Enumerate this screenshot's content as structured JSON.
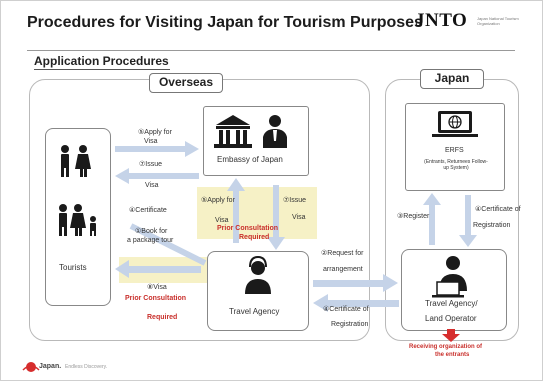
{
  "header": {
    "title": "Procedures for Visiting Japan for Tourism Purposes",
    "logo": "JNTO",
    "logo_sub": "Japan National Tourism Organization"
  },
  "subtitle": "Application Procedures",
  "regions": {
    "overseas": "Overseas",
    "japan": "Japan"
  },
  "actors": {
    "tourists": "Tourists",
    "embassy": "Embassy of Japan",
    "travel_agency": "Travel Agency",
    "erfs_title": "ERFS",
    "erfs_desc": "(Entrants, Returnees Follow-up System)",
    "land_operator_1": "Travel Agency/",
    "land_operator_2": "Land Operator"
  },
  "steps": {
    "apply_visa_1": "⑤Apply for",
    "apply_visa_2": "Visa",
    "issue_visa_1": "⑦Issue",
    "issue_visa_2": "Visa",
    "certificate": "④Certificate",
    "book_tour_1": "①Book for",
    "book_tour_2": "a package tour",
    "visa": "⑧Visa",
    "agency_apply_1": "⑤Apply for",
    "agency_apply_2": "Visa",
    "agency_issue_1": "⑦Issue",
    "agency_issue_2": "Visa",
    "request_1": "②Request for",
    "request_2": "arrangement",
    "cert_reg_agency_1": "④Certificate of",
    "cert_reg_agency_2": "Registration",
    "register": "③Register",
    "cert_reg_erfs_1": "④Certificate of",
    "cert_reg_erfs_2": "Registration"
  },
  "notes": {
    "prior_consult_1a": "Prior Consultation",
    "prior_consult_1b": "Required",
    "prior_consult_2a": "Prior Consultation",
    "prior_consult_2b": "Required",
    "receiving_1": "Receiving organization of",
    "receiving_2": "the entrants"
  },
  "footer": {
    "brand": "Japan.",
    "tagline": "Endless Discovery."
  },
  "colors": {
    "arrow": "#c5d3e8",
    "highlight": "#f5f0c0",
    "accent_red": "#c9302c",
    "icon": "#1a1a1a"
  }
}
